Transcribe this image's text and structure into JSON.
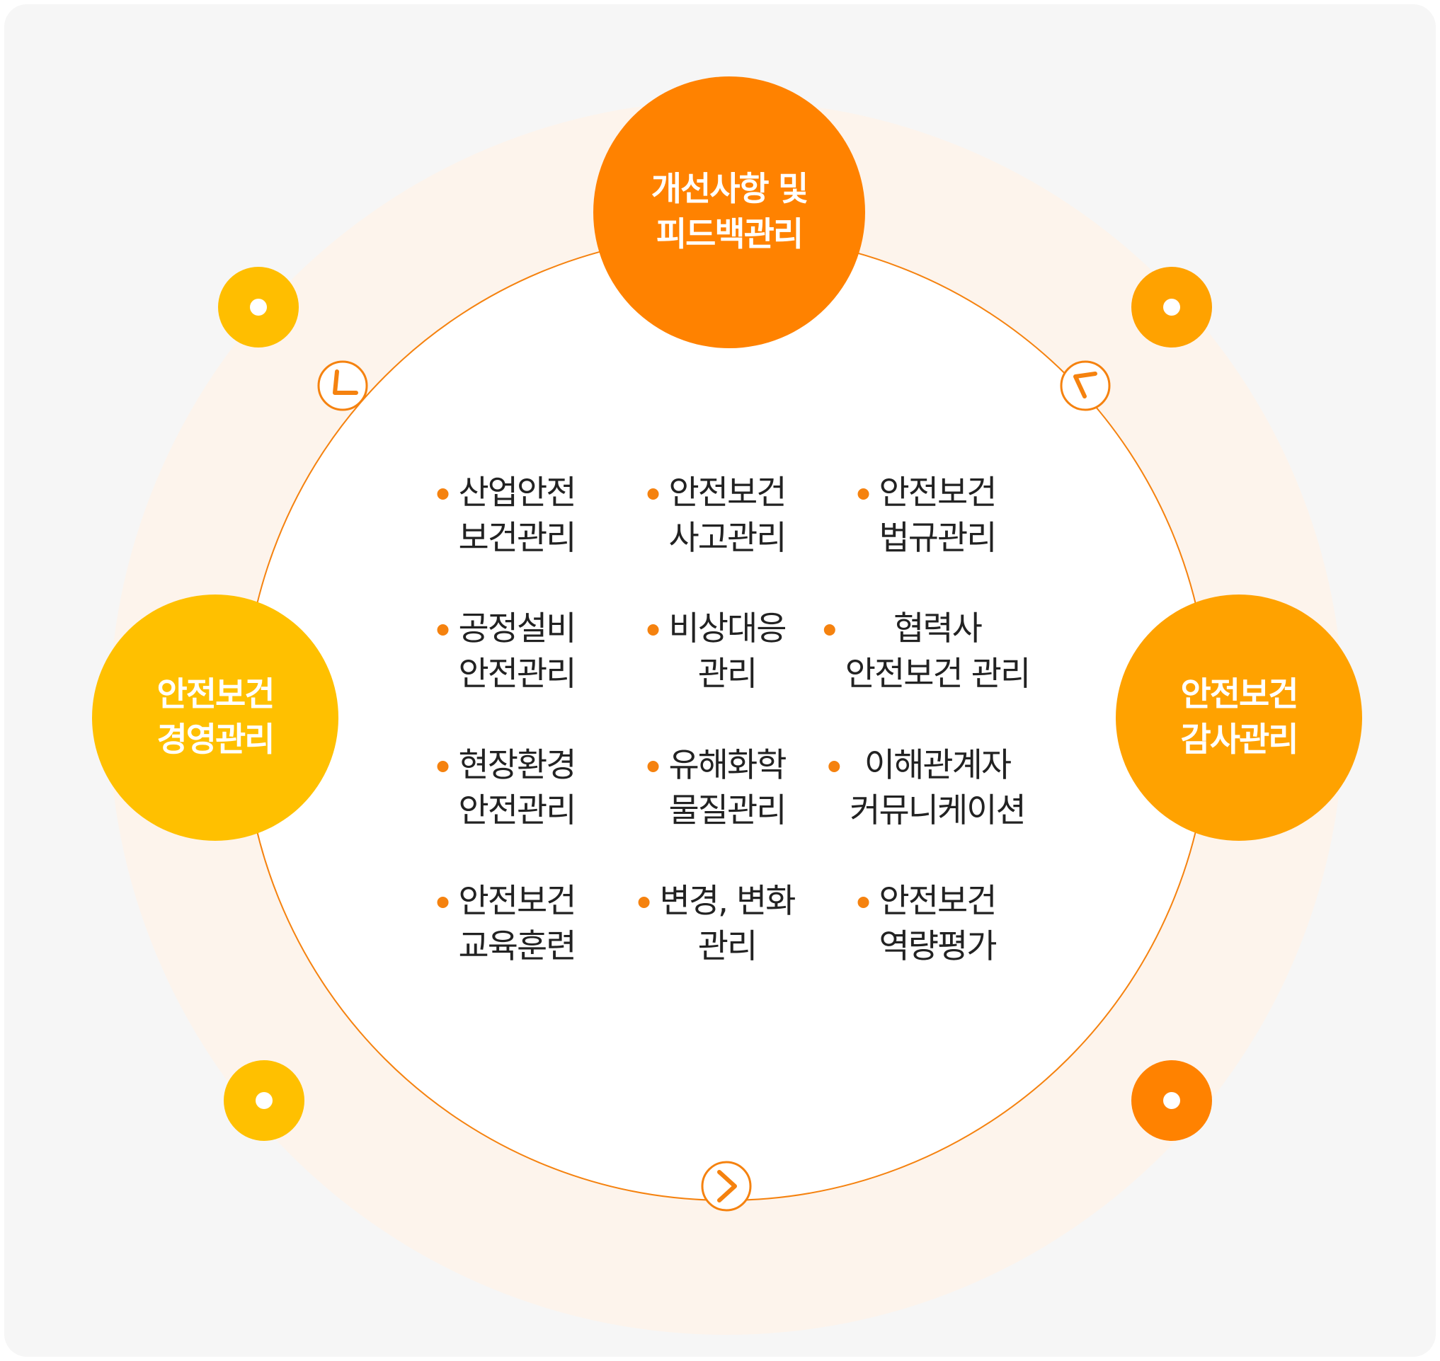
{
  "colors": {
    "panel_bg": "#f6f6f6",
    "halo": "#fdf4ec",
    "ring_line": "#f5820f",
    "hub_top": "#ff8200",
    "hub_left": "#ffc000",
    "hub_right": "#ffa200",
    "marker_top_left": "#ffbe00",
    "marker_top_right": "#ffa200",
    "marker_bottom_left": "#ffc000",
    "marker_bottom_right": "#ff8200",
    "bullet": "#f5820f",
    "item_text": "#222222"
  },
  "hubs": {
    "top": {
      "line1": "개선사항 및",
      "line2": "피드백관리"
    },
    "left": {
      "line1": "안전보건",
      "line2": "경영관리"
    },
    "right": {
      "line1": "안전보건",
      "line2": "감사관리"
    }
  },
  "arrows": {
    "upper_left": "chevron-down-left",
    "upper_right": "chevron-up-left",
    "bottom": "chevron-right"
  },
  "items": [
    {
      "line1": "산업안전",
      "line2": "보건관리"
    },
    {
      "line1": "안전보건",
      "line2": "사고관리"
    },
    {
      "line1": "안전보건",
      "line2": "법규관리"
    },
    {
      "line1": "공정설비",
      "line2": "안전관리"
    },
    {
      "line1": "비상대응",
      "line2": "관리"
    },
    {
      "line1": "협력사",
      "line2": "안전보건 관리"
    },
    {
      "line1": "현장환경",
      "line2": "안전관리"
    },
    {
      "line1": "유해화학",
      "line2": "물질관리"
    },
    {
      "line1": "이해관계자",
      "line2": "커뮤니케이션"
    },
    {
      "line1": "안전보건",
      "line2": "교육훈련"
    },
    {
      "line1": "변경, 변화",
      "line2": "관리"
    },
    {
      "line1": "안전보건",
      "line2": "역량평가"
    }
  ]
}
